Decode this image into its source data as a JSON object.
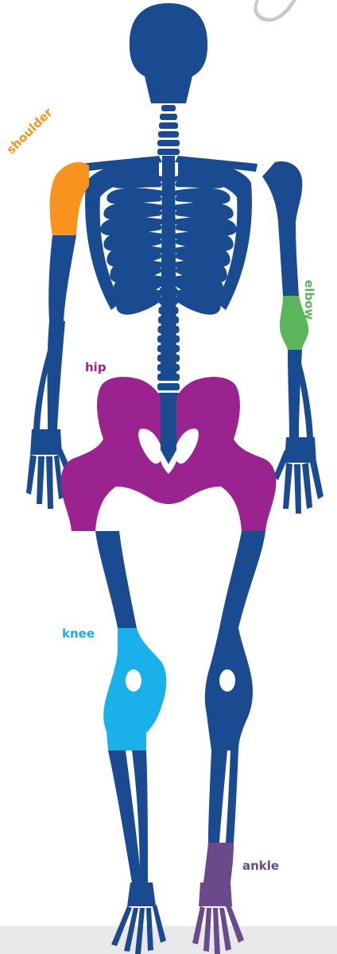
{
  "colors": {
    "bone": "#1a4b91",
    "shoulder": "#f7931e",
    "elbow": "#5ab55c",
    "hip": "#9b2390",
    "knee": "#1ab0ea",
    "ankle": "#6b4a8c",
    "background": "#ffffff",
    "bottom_bar": "#e8e8ea",
    "corner_icon": "#c8c8c8"
  },
  "labels": {
    "shoulder": "shoulder",
    "elbow": "elbow",
    "hip": "hip",
    "knee": "knee",
    "ankle": "ankle"
  }
}
